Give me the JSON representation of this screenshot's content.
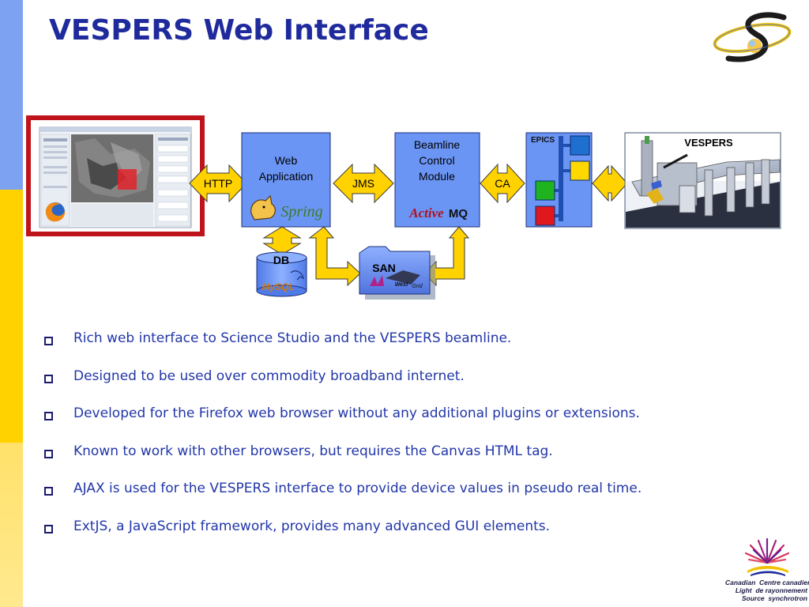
{
  "slide": {
    "title": "VESPERS Web Interface"
  },
  "diagram": {
    "boxes": {
      "web_app": "Web\nApplication",
      "web_app_line1": "Web",
      "web_app_line2": "Application",
      "beamline_line1": "Beamline",
      "beamline_line2": "Control",
      "beamline_line3": "Module",
      "epics": "EPICS",
      "vespers": "VESPERS",
      "db": "DB",
      "san": "SAN"
    },
    "protocols": {
      "http": "HTTP",
      "jms": "JMS",
      "ca": "CA"
    },
    "logos": {
      "spring": "Spring",
      "activemq_active": "Active",
      "activemq_mq": "MQ",
      "mysql": "MySQL",
      "westgrid_west": "West",
      "westgrid_grid": "Grid"
    },
    "colors": {
      "box_blue": "#6b95f5",
      "arrow_yellow": "#ffd200",
      "screenshot_frame_red": "#c0141c",
      "epics_blue": "#1f6fd1",
      "epics_yellow": "#ffd800",
      "epics_green": "#1fb41f",
      "epics_red": "#e0181e"
    }
  },
  "bullets": [
    "Rich web interface to Science Studio and the VESPERS beamline.",
    "Designed to be used over commodity broadband internet.",
    "Developed for the Firefox web browser without any additional plugins or extensions.",
    "Known to work with other browsers, but requires the Canvas HTML tag.",
    "AJAX is used for the VESPERS interface to provide device values in pseudo real time.",
    "ExtJS, a JavaScript framework, provides many advanced GUI elements."
  ],
  "footer_logo": {
    "line1_en": "Canadian",
    "line1_fr": "Centre canadien",
    "line2_en": "Light",
    "line2_fr": "de rayonnement",
    "line3_en": "Source",
    "line3_fr": "synchrotron"
  }
}
